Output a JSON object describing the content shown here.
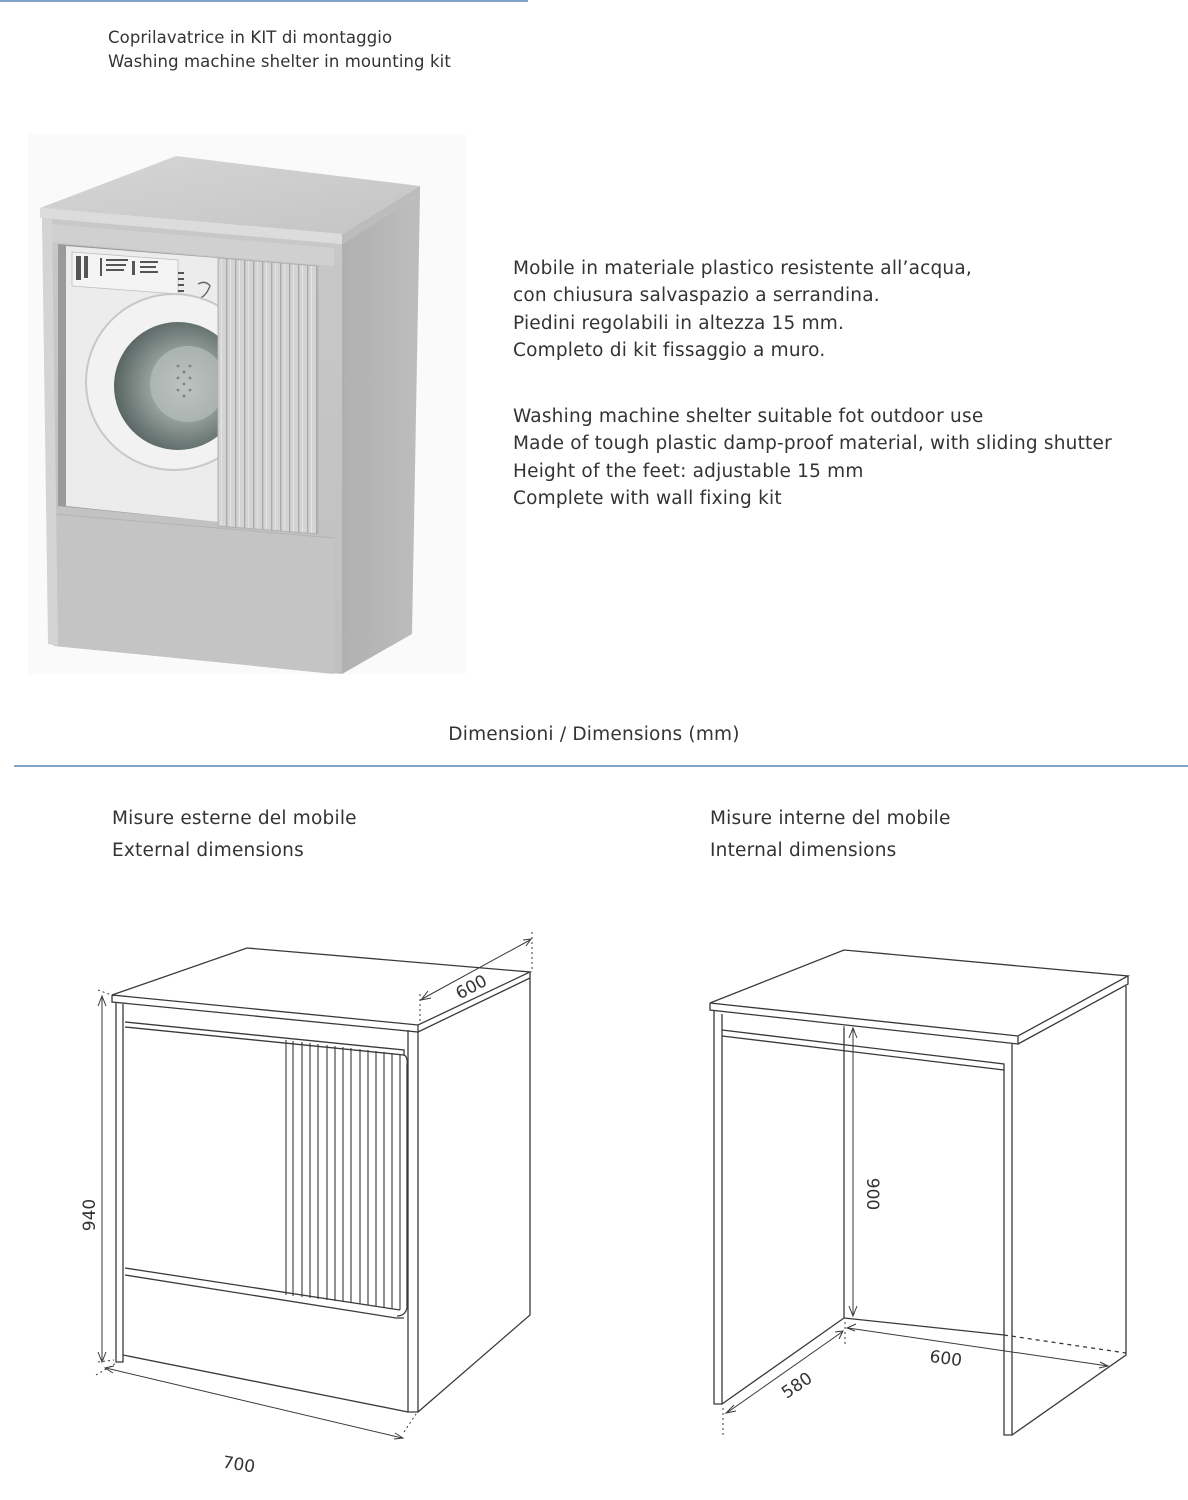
{
  "header": {
    "title_it": "Coprilavatrice in KIT di montaggio",
    "title_en": "Washing machine shelter in mounting kit"
  },
  "product_photo": {
    "alt": "washing-machine-cabinet-photo"
  },
  "description": {
    "italian": [
      "Mobile in materiale plastico resistente all’acqua,",
      "con chiusura salvaspazio a serrandina.",
      "Piedini regolabili in altezza 15 mm.",
      "Completo di kit fissaggio a muro."
    ],
    "english": [
      "Washing machine shelter suitable fot outdoor use",
      "Made of tough plastic damp-proof material, with sliding shutter",
      "Height of the feet: adjustable 15 mm",
      "Complete with wall fixing kit"
    ]
  },
  "dimensions": {
    "heading": "Dimensioni / Dimensions  (mm)",
    "external": {
      "label_it": "Misure esterne del mobile",
      "label_en": "External dimensions",
      "height": "940",
      "width": "700",
      "depth": "600"
    },
    "internal": {
      "label_it": "Misure interne del mobile",
      "label_en": "Internal dimensions",
      "height": "900",
      "width": "600",
      "depth": "580"
    }
  },
  "colors": {
    "divider": "#7fa6c6",
    "text": "#333333",
    "line_art": "#3a3a3a"
  }
}
